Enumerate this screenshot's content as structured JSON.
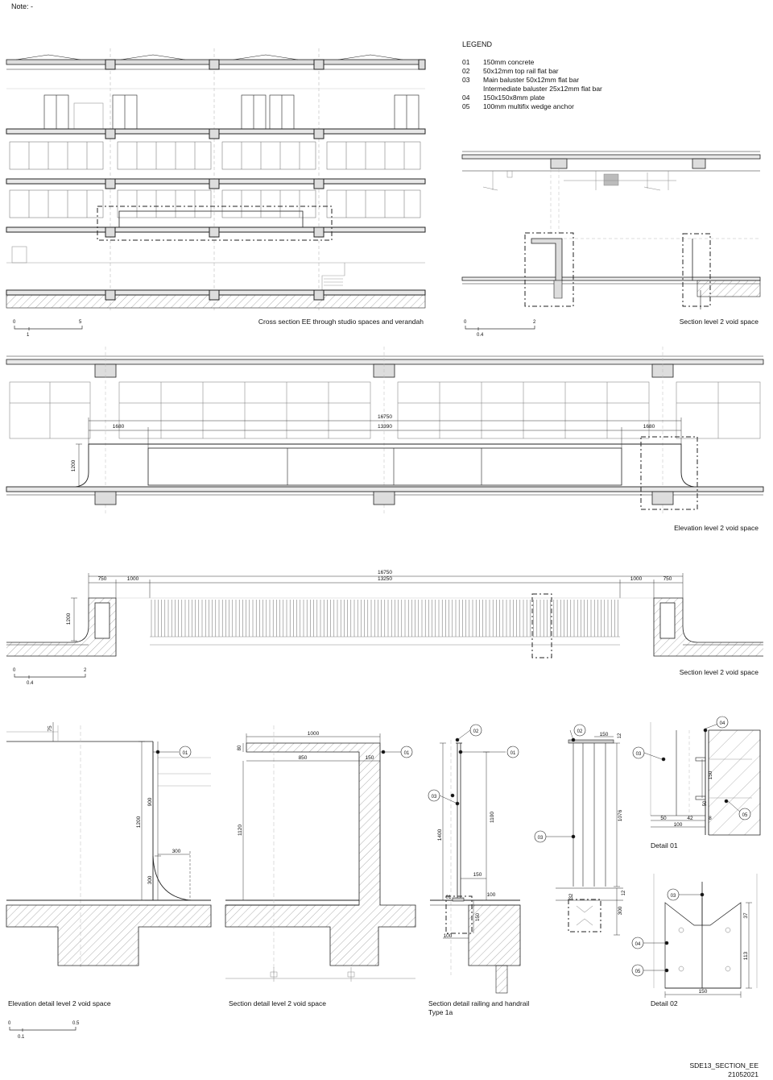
{
  "note": "Note: -",
  "legend": {
    "title": "LEGEND",
    "items": [
      {
        "code": "01",
        "lines": [
          "150mm concrete"
        ]
      },
      {
        "code": "02",
        "lines": [
          "50x12mm top rail flat bar"
        ]
      },
      {
        "code": "03",
        "lines": [
          "Main baluster 50x12mm flat bar",
          "Intermediate baluster 25x12mm flat bar"
        ]
      },
      {
        "code": "04",
        "lines": [
          "150x150x8mm plate"
        ]
      },
      {
        "code": "05",
        "lines": [
          "100mm multifix wedge anchor"
        ]
      }
    ]
  },
  "captions": {
    "cross_section": "Cross section EE through studio spaces and verandah",
    "section_void_top": "Section level 2 void space",
    "elevation_void": "Elevation level 2 void space",
    "section_void_mid": "Section level 2 void space",
    "elevation_detail": "Elevation detail level 2 void space",
    "section_detail": "Section detail level 2 void space",
    "railing_detail_l1": "Section detail railing and handrail",
    "railing_detail_l2": "Type 1a",
    "detail01": "Detail 01",
    "detail02": "Detail 02"
  },
  "scales": {
    "s1": {
      "a": "0",
      "b": "5",
      "c": "1"
    },
    "s2": {
      "a": "0",
      "b": "2",
      "c": "0.4"
    },
    "s3": {
      "a": "0",
      "b": "2",
      "c": "0.4"
    },
    "s4": {
      "a": "0",
      "b": "0.5",
      "c": "0.1"
    }
  },
  "dims": {
    "elev_overall": "16750",
    "elev_mid": "13390",
    "elev_left": "1680",
    "elev_right": "1680",
    "elev_height": "1200",
    "sec_overall": "16750",
    "sec_mid": "13250",
    "sec_l1": "750",
    "sec_l2": "1000",
    "sec_r1": "1000",
    "sec_r2": "750",
    "sec_height": "1200",
    "ed_75": "75",
    "ed_1200": "1200",
    "ed_900": "900",
    "ed_300a": "300",
    "ed_300b": "300",
    "sd_1000": "1000",
    "sd_850": "850",
    "sd_150": "150",
    "sd_80": "80",
    "sd_1120": "1120",
    "rd_1400": "1400",
    "rd_1100": "1100",
    "rd_150a": "150",
    "rd_150b": "150",
    "rd_100": "100",
    "rd_100b": "100",
    "rd_12a": "12",
    "rd_1076": "1076",
    "rd_12b": "12",
    "rd_32": "32",
    "rd_300": "300",
    "d1_150": "150",
    "d1_50a": "50",
    "d1_50": "50",
    "d1_42": "42",
    "d1_8": "8",
    "d1_100": "100",
    "d2_37": "37",
    "d2_113": "113",
    "d2_150": "150"
  },
  "tags": {
    "t01a": "01",
    "t01b": "01",
    "t02a": "02",
    "t01c": "01",
    "t03a": "03",
    "t01d": "01",
    "t02b": "02",
    "t03b": "03",
    "t04a": "04",
    "t03c": "03",
    "t05a": "05",
    "t03d": "03",
    "t04b": "04",
    "t05b": "05"
  },
  "sheet": {
    "code": "SDE13_SECTION_EE",
    "date": "21052021"
  }
}
